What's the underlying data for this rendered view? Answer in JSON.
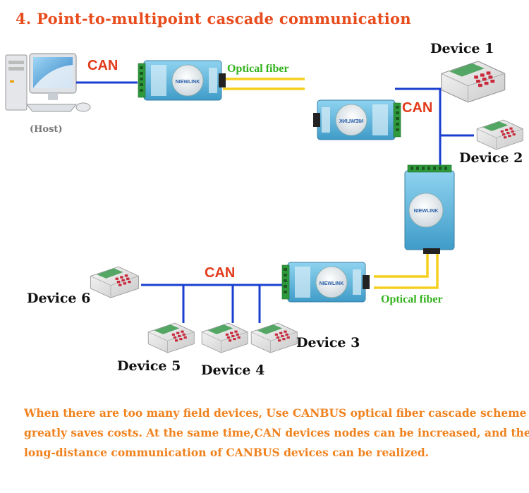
{
  "title": "4. Point-to-multipoint cascade communication",
  "host_label": "(Host)",
  "labels": {
    "can_top": "CAN",
    "can_right": "CAN",
    "can_bottom": "CAN",
    "fiber_top": "Optical fiber",
    "fiber_bottom": "Optical fiber"
  },
  "devices": {
    "d1": "Device 1",
    "d2": "Device 2",
    "d3": "Device 3",
    "d4": "Device 4",
    "d5": "Device 5",
    "d6": "Device 6"
  },
  "converter_brand": "NIEWLINK",
  "footer": [
    "When there are too many field devices, Use CANBUS optical fiber cascade scheme",
    "greatly saves costs. At the same time,CAN devices nodes can be increased, and the",
    "long-distance communication of CANBUS devices can be realized."
  ],
  "colors": {
    "title": "#e84b1c",
    "can_line": "#1a3fd0",
    "fiber_line": "#f5cf1e",
    "can_text": "#e23a1a",
    "fiber_text": "#33b21d",
    "footer_text": "#f0821e",
    "converter_body": "#5fb8e0"
  }
}
